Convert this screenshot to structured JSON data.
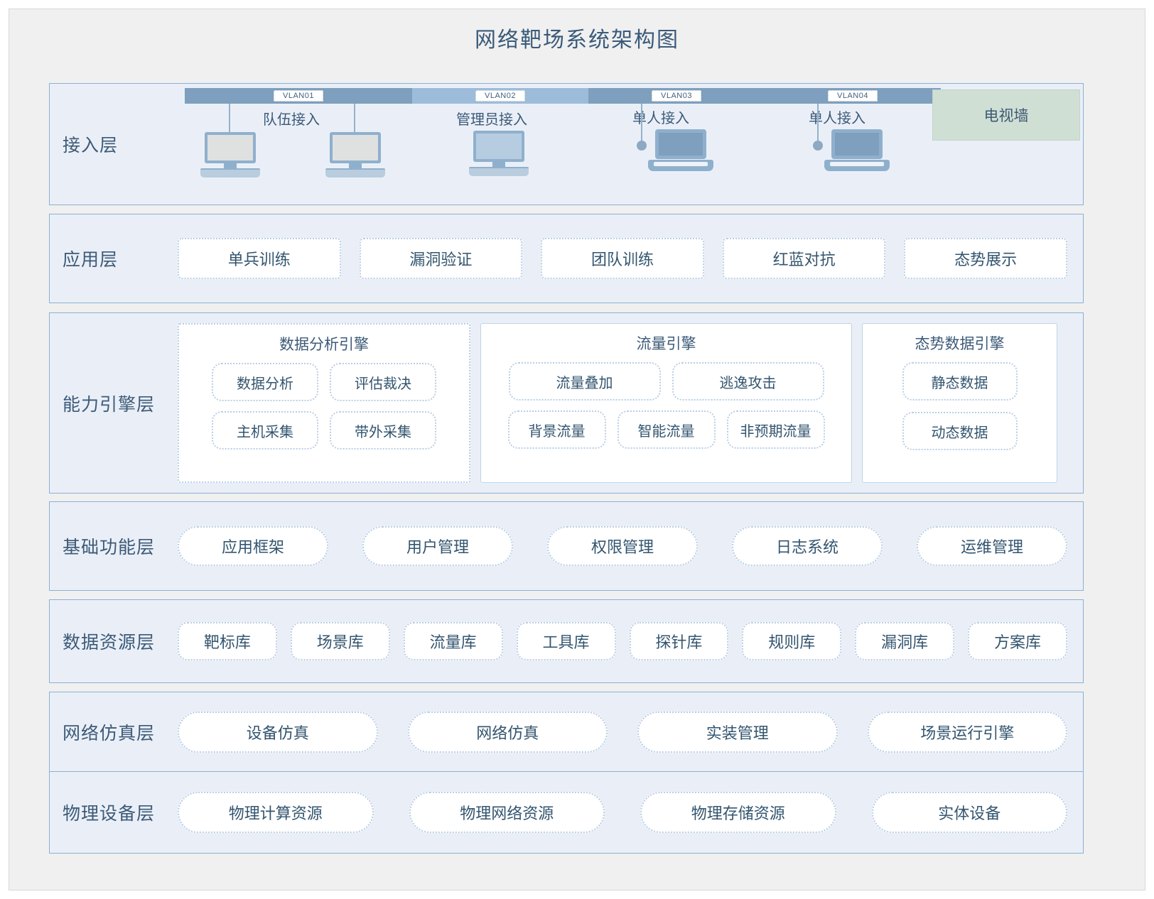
{
  "title": "网络靶场系统架构图",
  "colors": {
    "canvas_bg": "#f0f0f0",
    "layer_bg": "#eaeff7",
    "layer_border": "#8cb0d4",
    "node_border": "#b9cfe6",
    "text": "#33556f",
    "vlan_dark": "#7e9fbd",
    "vlan_light": "#9cbcd9",
    "tv_wall_bg": "#cfdfd4"
  },
  "layers": {
    "access": {
      "label": "接入层",
      "vlans": [
        {
          "tag": "VLAN01",
          "caption": "队伍接入",
          "shade": "dark",
          "devices": [
            "desktop",
            "desktop"
          ]
        },
        {
          "tag": "VLAN02",
          "caption": "管理员接入",
          "shade": "light",
          "devices": [
            "admin-desktop"
          ]
        },
        {
          "tag": "VLAN03",
          "caption": "单人接入",
          "shade": "dark",
          "devices": [
            "laptop"
          ]
        },
        {
          "tag": "VLAN04",
          "caption": "单人接入",
          "shade": "dark",
          "devices": [
            "laptop"
          ]
        }
      ],
      "tv_wall": "电视墙"
    },
    "application": {
      "label": "应用层",
      "items": [
        "单兵训练",
        "漏洞验证",
        "团队训练",
        "红蓝对抗",
        "态势展示"
      ]
    },
    "engine": {
      "label": "能力引擎层",
      "panels": [
        {
          "title": "数据分析引擎",
          "border": "dotted",
          "items": [
            "数据分析",
            "评估裁决",
            "主机采集",
            "带外采集"
          ]
        },
        {
          "title": "流量引擎",
          "border": "solid",
          "items": [
            "流量叠加",
            "逃逸攻击",
            "背景流量",
            "智能流量",
            "非预期流量"
          ]
        },
        {
          "title": "态势数据引擎",
          "border": "solid",
          "items": [
            "静态数据",
            "动态数据"
          ]
        }
      ]
    },
    "basic": {
      "label": "基础功能层",
      "items": [
        "应用框架",
        "用户管理",
        "权限管理",
        "日志系统",
        "运维管理"
      ]
    },
    "data_resource": {
      "label": "数据资源层",
      "items": [
        "靶标库",
        "场景库",
        "流量库",
        "工具库",
        "探针库",
        "规则库",
        "漏洞库",
        "方案库"
      ]
    },
    "simulation": {
      "label": "网络仿真层",
      "items": [
        "设备仿真",
        "网络仿真",
        "实装管理",
        "场景运行引擎"
      ]
    },
    "physical": {
      "label": "物理设备层",
      "items": [
        "物理计算资源",
        "物理网络资源",
        "物理存储资源",
        "实体设备"
      ]
    }
  }
}
